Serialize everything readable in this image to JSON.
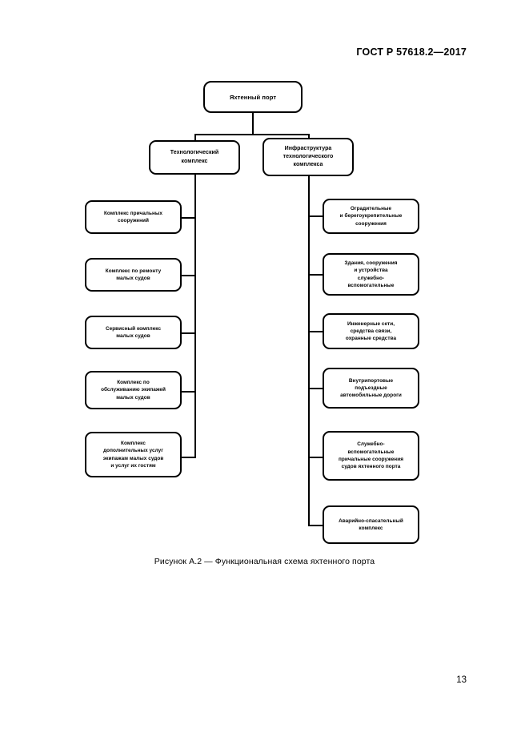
{
  "document": {
    "header": "ГОСТ Р 57618.2—2017",
    "page_number": "13",
    "figure_caption": "Рисунок А.2 — Функциональная схема яхтенного порта"
  },
  "diagram": {
    "type": "tree",
    "root": {
      "label": "Яхтенный порт"
    },
    "level2": [
      {
        "label": "Технологический\nкомплекс"
      },
      {
        "label": "Инфраструктура\nтехнологического\nкомплекса"
      }
    ],
    "left_branch": [
      {
        "label": "Комплекс причальных\nсооружений"
      },
      {
        "label": "Комплекс по ремонту\nмалых судов"
      },
      {
        "label": "Сервисный комплекс\nмалых судов"
      },
      {
        "label": "Комплекс  по\nобслуживанию экипажей\nмалых судов"
      },
      {
        "label": "Комплекс\nдополнительных услуг\nэкипажам малых судов\nи услуг их гостям"
      }
    ],
    "right_branch": [
      {
        "label": "Оградительные\nи берегоукрепительные\nсооружения"
      },
      {
        "label": "Здания, сооружения\nи устройства\nслужебно-\nвспомогательные"
      },
      {
        "label": "Инженерные сети,\nсредства связи,\nохранные средства"
      },
      {
        "label": "Внутрипортовые\nподъездные\nавтомобильные дороги"
      },
      {
        "label": "Служебно-\nвспомогательные\nпричальные сооружения\nсудов яхтенного порта"
      },
      {
        "label": "Аварийно-спасательный\nкомплекс"
      }
    ]
  }
}
